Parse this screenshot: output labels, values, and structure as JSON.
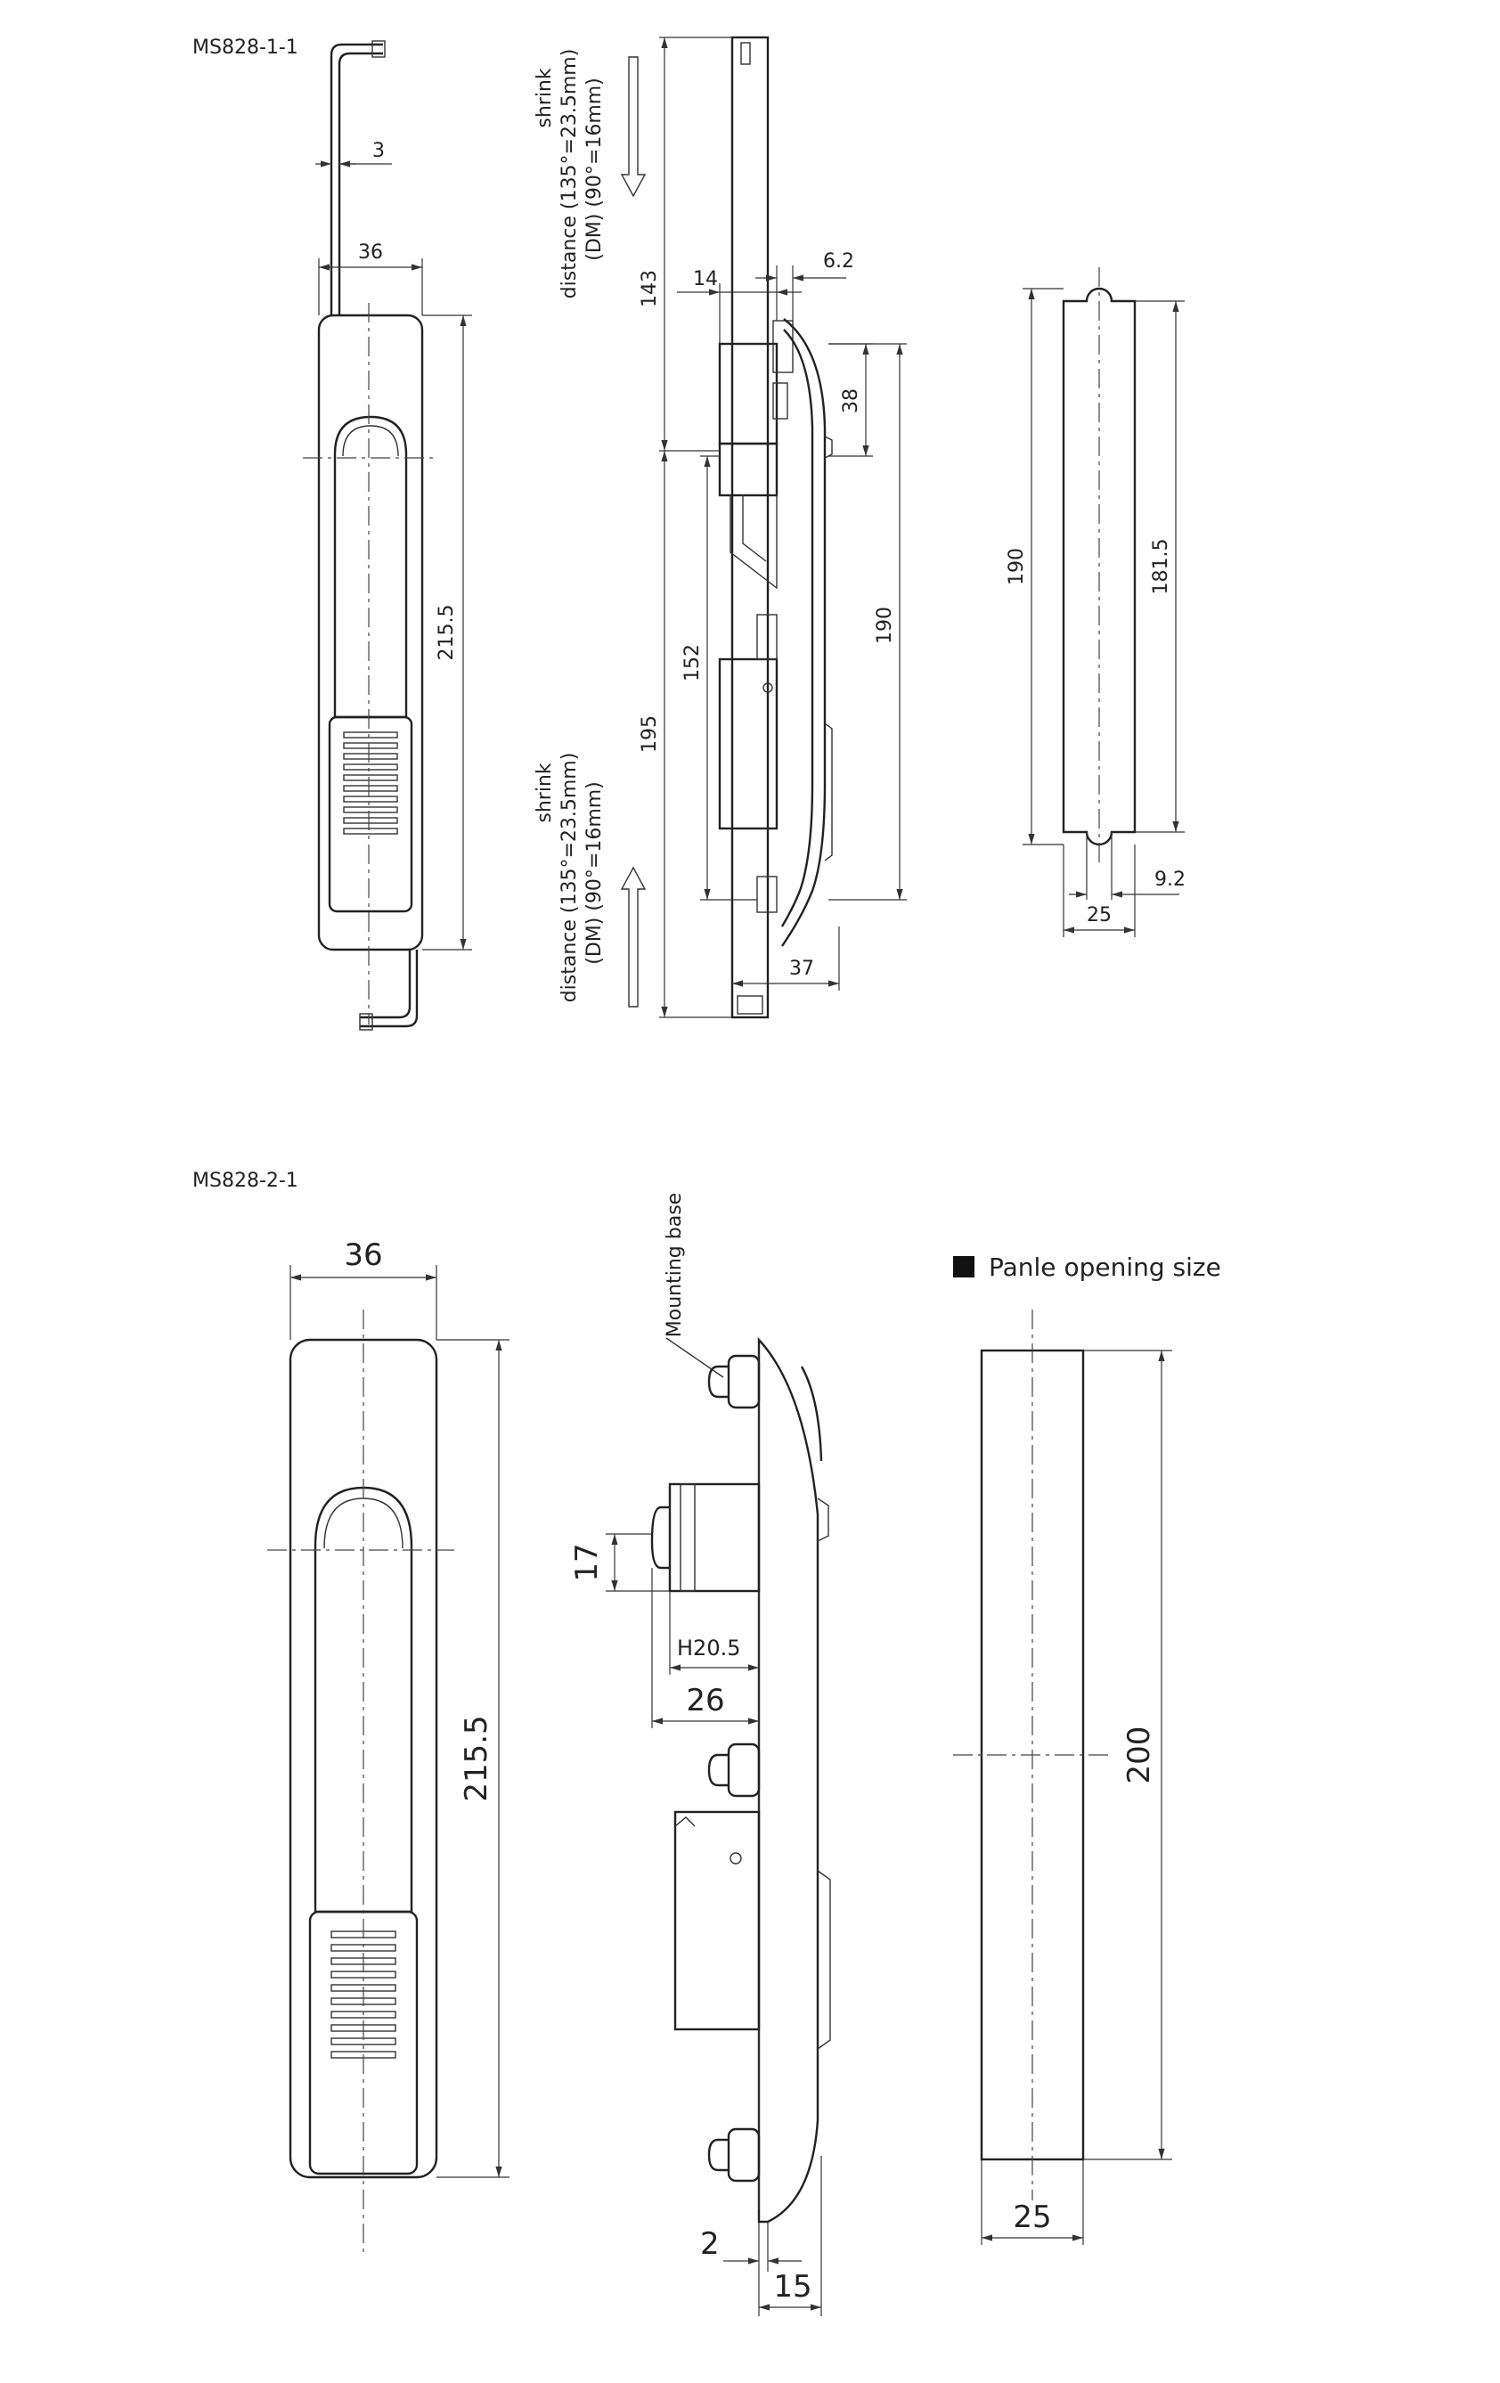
{
  "models": {
    "top": "MS828-1-1",
    "bottom": "MS828-2-1"
  },
  "top": {
    "front": {
      "d3": "3",
      "d36": "36",
      "d215": "215.5"
    },
    "side": {
      "shrink1": "shrink",
      "dist1": "distance (135°=23.5mm)",
      "dm1": "(DM)      (90°=16mm)",
      "shrink2": "shrink",
      "dist2": "distance (135°=23.5mm)",
      "dm2": "(DM)      (90°=16mm)",
      "d143": "143",
      "d14": "14",
      "d6_2": "6.2",
      "d38": "38",
      "d152": "152",
      "d190": "190",
      "d195": "195",
      "d37": "37"
    },
    "cutout": {
      "d190": "190",
      "d181": "181.5",
      "d9_2": "9.2",
      "d25": "25"
    }
  },
  "bottom": {
    "front": {
      "d36": "36",
      "d215": "215.5"
    },
    "side": {
      "mounting": "Mounting base",
      "d17": "17",
      "dH20": "H20.5",
      "d26": "26",
      "d2": "2",
      "d15": "15"
    },
    "cutout": {
      "legend": "Panle opening size",
      "d200": "200",
      "d25": "25"
    }
  }
}
